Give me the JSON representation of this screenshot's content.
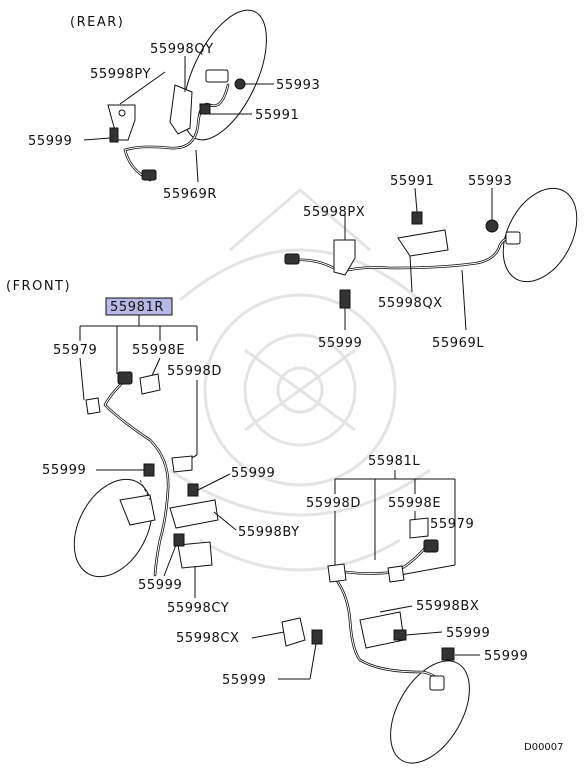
{
  "sections": {
    "rear": "(REAR)",
    "front": "(FRONT)"
  },
  "rear_labels": {
    "qy": "55998QY",
    "py": "55998PY",
    "nut": "55993",
    "bolt_top": "55991",
    "bolt_left": "55999",
    "harness_r": "55969R"
  },
  "rear_left_labels": {
    "bolt": "55991",
    "nut": "55993",
    "px": "55998PX",
    "qx": "55998QX",
    "bolt_low": "55999",
    "harness_l": "55969L"
  },
  "front_r_labels": {
    "sensor_r": "55981R",
    "grommet": "55979",
    "e": "55998E",
    "d": "55998D",
    "bolt_a": "55999",
    "bolt_b": "55999",
    "by": "55998BY",
    "bolt_c": "55999",
    "cy": "55998CY"
  },
  "front_l_labels": {
    "sensor_l": "55981L",
    "d": "55998D",
    "e": "55998E",
    "grommet": "55979",
    "bx": "55998BX",
    "cx": "55998CX",
    "bolt_a": "55999",
    "bolt_b": "55999",
    "bolt_c": "55999"
  },
  "diagram_code": "D00007",
  "highlight_color": "#b8b8e6"
}
